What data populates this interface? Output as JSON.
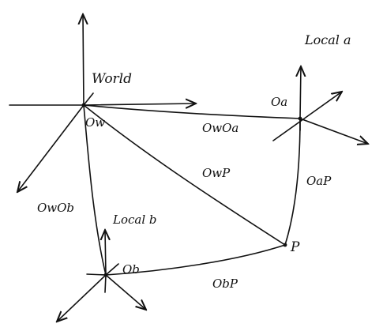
{
  "labels": {
    "world": "World",
    "local_a": "Local a",
    "local_b": "Local b",
    "origin_w": "Ow",
    "origin_a": "Oa",
    "origin_b": "Ob",
    "point_p": "P",
    "vec_ow_oa": "OwOa",
    "vec_ow_ob": "OwOb",
    "vec_ow_p": "OwP",
    "vec_oa_p": "OaP",
    "vec_ob_p": "ObP"
  },
  "colors": {
    "ink": "#111111",
    "background": "#ffffff"
  }
}
